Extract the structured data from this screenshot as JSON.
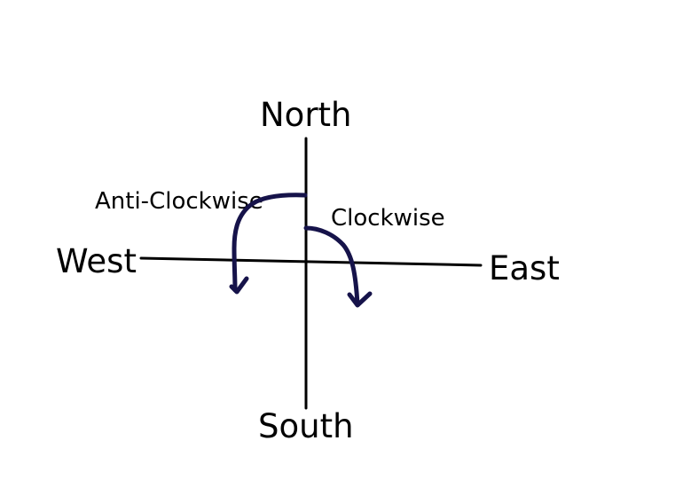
{
  "directions": {
    "north": "North",
    "south": "South",
    "east": "East",
    "west": "West"
  },
  "rotations": {
    "anticlockwise": "Anti-Clockwise",
    "clockwise": "Clockwise"
  },
  "colors": {
    "axis": "#000000",
    "arrow": "#16134a",
    "text": "#000000",
    "background": "#ffffff"
  }
}
